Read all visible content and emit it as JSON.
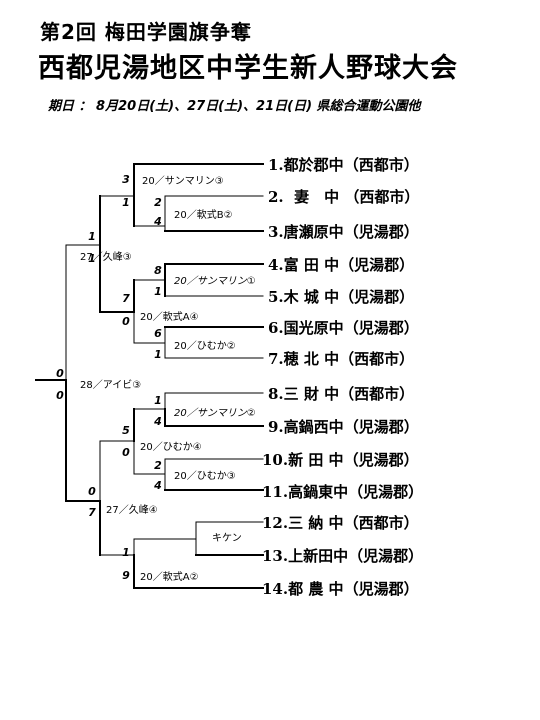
{
  "header": {
    "title_line1": "第2回 梅田学園旗争奪",
    "title_line2": "西都児湯地区中学生新人野球大会",
    "dates": "期日 ： 8月20日(土)、27日(土)、21日(日) 県総合運動公園他"
  },
  "teams": [
    {
      "no": "1.",
      "name": "都於郡中",
      "region": "（西都市）"
    },
    {
      "no": "2.",
      "name": "妻　中",
      "region": "（西都市）"
    },
    {
      "no": "3.",
      "name": "唐瀬原中",
      "region": "（児湯郡）"
    },
    {
      "no": "4.",
      "name": "富 田 中",
      "region": "（児湯郡）"
    },
    {
      "no": "5.",
      "name": "木 城 中",
      "region": "（児湯郡）"
    },
    {
      "no": "6.",
      "name": "国光原中",
      "region": "（児湯郡）"
    },
    {
      "no": "7.",
      "name": "穂 北 中",
      "region": "（西都市）"
    },
    {
      "no": "8.",
      "name": "三 財 中",
      "region": "（西都市）"
    },
    {
      "no": "9.",
      "name": "高鍋西中",
      "region": "（児湯郡）"
    },
    {
      "no": "10.",
      "name": "新 田 中",
      "region": "（児湯郡）"
    },
    {
      "no": "11.",
      "name": "高鍋東中",
      "region": "（児湯郡）"
    },
    {
      "no": "12.",
      "name": "三 納 中",
      "region": "（西都市）"
    },
    {
      "no": "13.",
      "name": "上新田中",
      "region": "（児湯郡）"
    },
    {
      "no": "14.",
      "name": "都 農 中",
      "region": "（児湯郡）"
    }
  ],
  "venues": {
    "m1": "20／サンマリン③",
    "m2": "20／軟式B②",
    "m3": "27／久峰③",
    "m4": "20／サンマリン①",
    "m5": "20／軟式A④",
    "m6": "20／ひむか②",
    "final": "28／アイビ③",
    "m7": "20／サンマリン②",
    "m8": "20／ひむか④",
    "m9": "20／ひむか③",
    "m10": "27／久峰④",
    "kiken": "キケン",
    "m11": "20／軟式A②"
  },
  "scores": {
    "s_m1_a": "3",
    "s_m1_b": "1",
    "s_m2_a": "2",
    "s_m2_b": "4",
    "s_m3_a": "1",
    "s_m3_b": "1",
    "s_m4_a": "8",
    "s_m4_b": "1",
    "s_m5_a": "7",
    "s_m5_b": "0",
    "s_m6_a": "6",
    "s_m6_b": "1",
    "s_fin_a": "0",
    "s_fin_b": "0",
    "s_m7_a": "1",
    "s_m7_b": "4",
    "s_m8_a": "5",
    "s_m8_b": "0",
    "s_m9_a": "2",
    "s_m9_b": "4",
    "s_m10_a": "0",
    "s_m10_b": "7",
    "s_m11_a": "1",
    "s_m11_b": "9"
  }
}
